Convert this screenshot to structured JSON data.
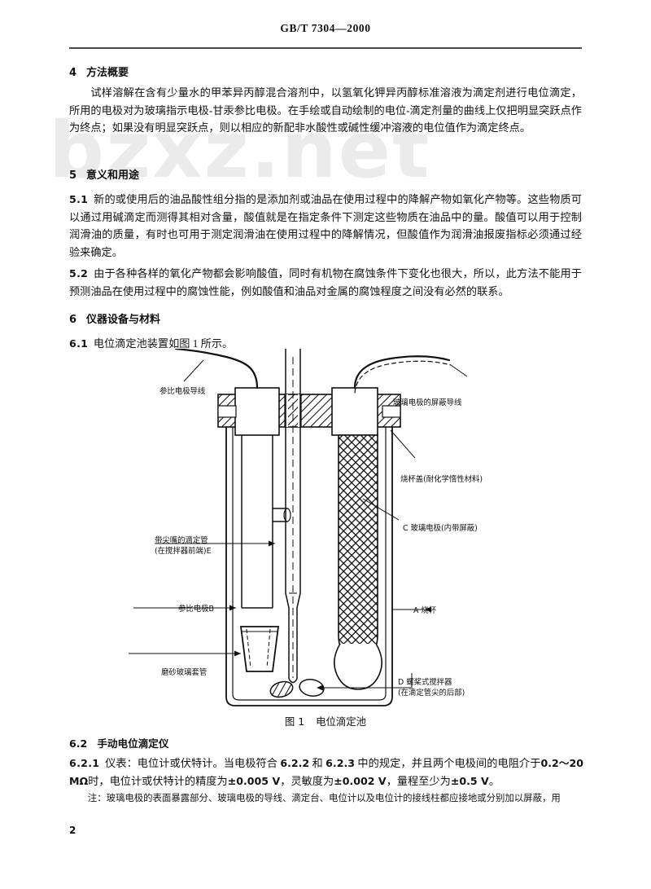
{
  "header": {
    "standard_code": "GB/T 7304—2000"
  },
  "page_number": "2",
  "watermark": "bzxz.net",
  "sections": [
    {
      "number": "4",
      "title": "方法概要",
      "paragraphs": [
        {
          "label": "",
          "text": "试样溶解在含有少量水的甲苯异丙醇混合溶剂中，以氢氧化钾异丙醇标准溶液为滴定剂进行电位滴定，所用的电极对为玻璃指示电极-甘汞参比电极。在手绘或自动绘制的电位-滴定剂量的曲线上仅把明显突跃点作为终点；如果没有明显突跃点，则以相应的新配非水酸性或碱性缓冲溶液的电位值作为滴定终点。"
        }
      ]
    },
    {
      "number": "5",
      "title": "意义和用途",
      "paragraphs": [
        {
          "label": "5.1",
          "text": "新的或使用后的油品酸性组分指的是添加剂或油品在使用过程中的降解产物如氧化产物等。这些物质可以通过用碱滴定而测得其相对含量，酸值就是在指定条件下测定这些物质在油品中的量。酸值可以用于控制润滑油的质量，有时也可用于测定润滑油在使用过程中的降解情况，但酸值作为润滑油报废指标必须通过经验来确定。"
        },
        {
          "label": "5.2",
          "text": "由于各种各样的氧化产物都会影响酸值，同时有机物在腐蚀条件下变化也很大，所以，此方法不能用于预测油品在使用过程中的腐蚀性能，例如酸值和油品对金属的腐蚀程度之间没有必然的联系。"
        }
      ]
    },
    {
      "number": "6",
      "title": "仪器设备与材料",
      "paragraphs": [
        {
          "label": "6.1",
          "text": "电位滴定池装置如图 1 所示。"
        }
      ]
    }
  ],
  "figure": {
    "caption_number": "图 1",
    "caption_title": "电位滴定池",
    "labels": {
      "reference_electrode_lead": "参比电极导线",
      "burette_line1": "带尖嘴的滴定管",
      "burette_line2": "(在搅拌器前端)E",
      "reference_electrode_b": "参比电极B",
      "ground_glass_sleeve": "磨砂玻璃套管",
      "glass_electrode_shield_lead": "玻璃电极的屏蔽导线",
      "beaker_cover": "烧杯盖(耐化学惰性材料)",
      "glass_electrode_c": "C 玻璃电极(内带屏蔽)",
      "beaker_a": "A 烧杯",
      "stirrer_line1": "D 螺桨式搅拌器",
      "stirrer_line2": "(在滴定管尖的后部)"
    }
  },
  "subsection_62": {
    "number": "6.2",
    "title": "手动电位滴定仪",
    "item_number": "6.2.1",
    "text_part1": "仪表：电位计或伏特计。当电极符合 ",
    "ref1": "6.2.2",
    "text_part2": " 和 ",
    "ref2": "6.2.3",
    "text_part3": " 中的规定，并且两个电极间的电阻介于",
    "range": "0.2～20 MΩ",
    "text_part4": "时，电位计或伏特计的精度为",
    "accuracy": "±0.005 V",
    "text_part5": "，灵敏度为",
    "sensitivity": "±0.002 V",
    "text_part6": "，量程至少为",
    "span": "±0.5 V",
    "text_part7": "。"
  },
  "note": {
    "prefix": "注：",
    "text": "玻璃电极的表面暴露部分、玻璃电极的导线、滴定台、电位计以及电位计的接线柱都应接地或分别加以屏蔽，用"
  },
  "colors": {
    "text": "#141414",
    "rule": "#4a4a4a",
    "watermark": "#e8e8e8"
  }
}
